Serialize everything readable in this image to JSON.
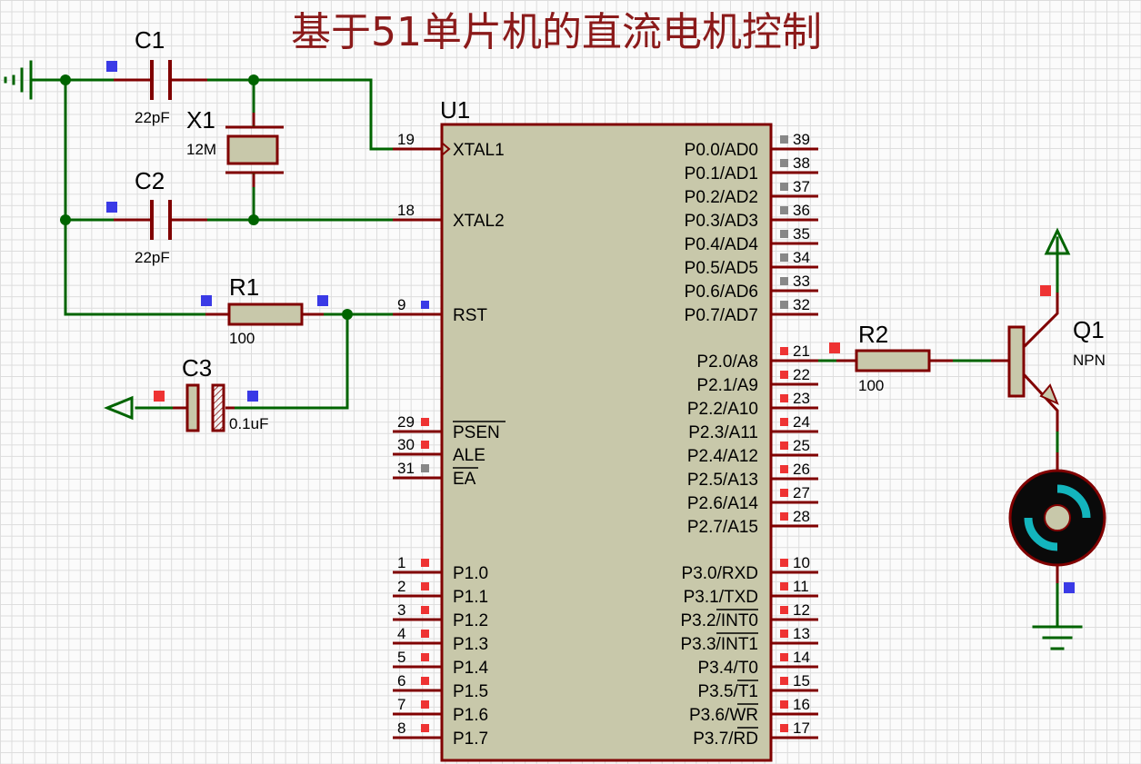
{
  "title": "基于51单片机的直流电机控制",
  "mcu": {
    "ref": "U1",
    "left_pins": [
      {
        "num": "19",
        "label": "XTAL1"
      },
      {
        "num": "18",
        "label": "XTAL2"
      },
      {
        "num": "9",
        "label": "RST"
      },
      {
        "num": "29",
        "label": "PSEN"
      },
      {
        "num": "30",
        "label": "ALE"
      },
      {
        "num": "31",
        "label": "EA"
      },
      {
        "num": "1",
        "label": "P1.0"
      },
      {
        "num": "2",
        "label": "P1.1"
      },
      {
        "num": "3",
        "label": "P1.2"
      },
      {
        "num": "4",
        "label": "P1.3"
      },
      {
        "num": "5",
        "label": "P1.4"
      },
      {
        "num": "6",
        "label": "P1.5"
      },
      {
        "num": "7",
        "label": "P1.6"
      },
      {
        "num": "8",
        "label": "P1.7"
      }
    ],
    "right_pins": [
      {
        "num": "39",
        "label": "P0.0/AD0"
      },
      {
        "num": "38",
        "label": "P0.1/AD1"
      },
      {
        "num": "37",
        "label": "P0.2/AD2"
      },
      {
        "num": "36",
        "label": "P0.3/AD3"
      },
      {
        "num": "35",
        "label": "P0.4/AD4"
      },
      {
        "num": "34",
        "label": "P0.5/AD5"
      },
      {
        "num": "33",
        "label": "P0.6/AD6"
      },
      {
        "num": "32",
        "label": "P0.7/AD7"
      },
      {
        "num": "21",
        "label": "P2.0/A8"
      },
      {
        "num": "22",
        "label": "P2.1/A9"
      },
      {
        "num": "23",
        "label": "P2.2/A10"
      },
      {
        "num": "24",
        "label": "P2.3/A11"
      },
      {
        "num": "25",
        "label": "P2.4/A12"
      },
      {
        "num": "26",
        "label": "P2.5/A13"
      },
      {
        "num": "27",
        "label": "P2.6/A14"
      },
      {
        "num": "28",
        "label": "P2.7/A15"
      },
      {
        "num": "10",
        "label": "P3.0/RXD"
      },
      {
        "num": "11",
        "label": "P3.1/TXD"
      },
      {
        "num": "12",
        "label": "P3.2/INT0"
      },
      {
        "num": "13",
        "label": "P3.3/INT1"
      },
      {
        "num": "14",
        "label": "P3.4/T0"
      },
      {
        "num": "15",
        "label": "P3.5/T1"
      },
      {
        "num": "16",
        "label": "P3.6/WR"
      },
      {
        "num": "17",
        "label": "P3.7/RD"
      }
    ]
  },
  "components": {
    "c1": {
      "ref": "C1",
      "value": "22pF"
    },
    "c2": {
      "ref": "C2",
      "value": "22pF"
    },
    "c3": {
      "ref": "C3",
      "value": "0.1uF"
    },
    "x1": {
      "ref": "X1",
      "value": "12M"
    },
    "r1": {
      "ref": "R1",
      "value": "100"
    },
    "r2": {
      "ref": "R2",
      "value": "100"
    },
    "q1": {
      "ref": "Q1",
      "value": "NPN"
    }
  },
  "colors": {
    "wire": "#006400",
    "pin": "#800000",
    "body": "#c8c8aa",
    "title": "#8b1a1a",
    "probe_logic_high": "#ee3333",
    "probe_logic_low": "#3a3ae6",
    "probe_float": "#888888",
    "motor_arc": "#13b5bd"
  }
}
